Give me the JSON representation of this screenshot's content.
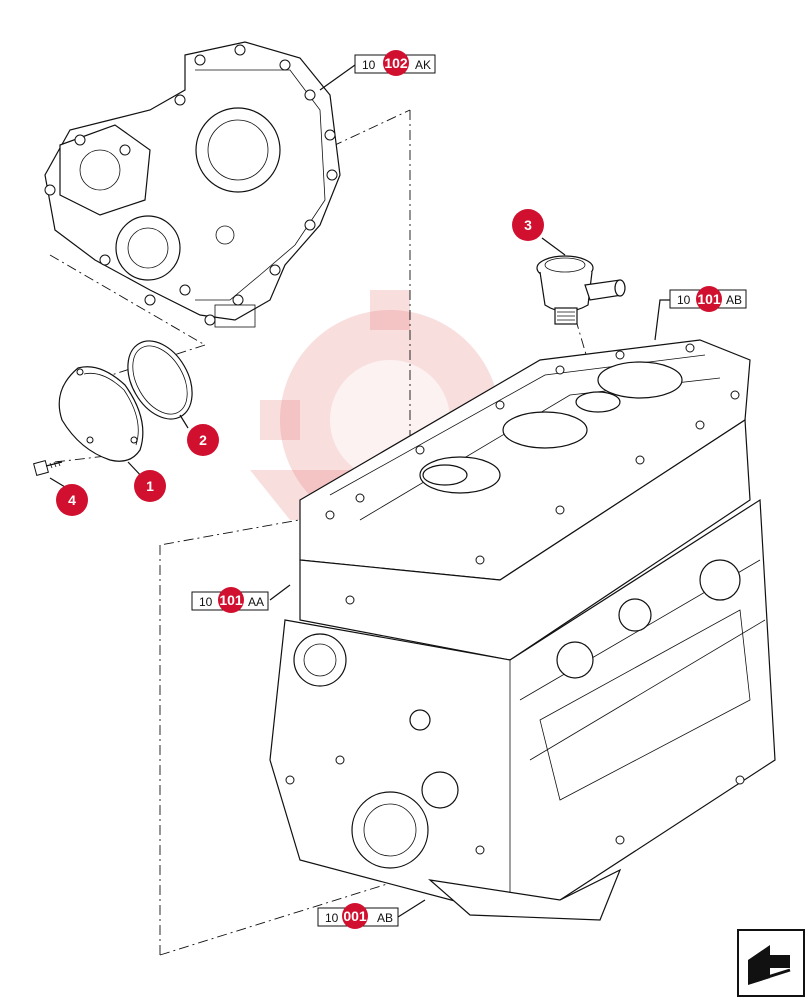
{
  "callouts": [
    {
      "id": "c1",
      "label": "1"
    },
    {
      "id": "c2",
      "label": "2"
    },
    {
      "id": "c3",
      "label": "3"
    },
    {
      "id": "c4",
      "label": "4"
    }
  ],
  "references": [
    {
      "id": "r-102ak",
      "prefix": "10",
      "badge": "102",
      "suffix": "AK"
    },
    {
      "id": "r-101ab",
      "prefix": "10",
      "badge": "101",
      "suffix": "AB"
    },
    {
      "id": "r-101aa",
      "prefix": "10",
      "badge": "101",
      "suffix": "AA"
    },
    {
      "id": "r-001ab",
      "prefix": "10",
      "badge": "001",
      "suffix": "AB"
    }
  ],
  "colors": {
    "callout": "#d0102e",
    "line": "#111111",
    "watermark": "#e04848"
  },
  "icons": {
    "nav": "return-arrow-icon"
  }
}
